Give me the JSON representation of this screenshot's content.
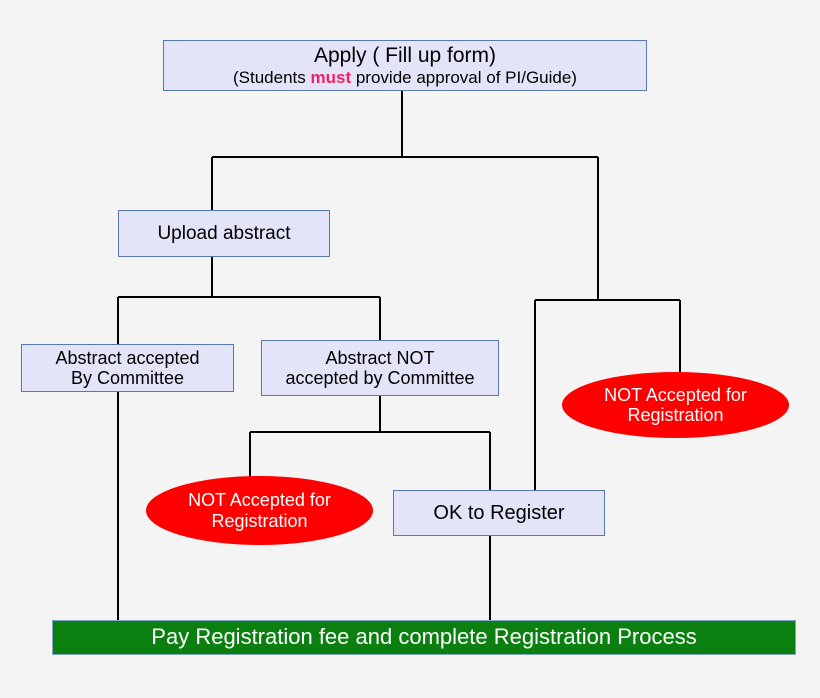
{
  "diagram": {
    "title_node": {
      "line1": "Apply ( Fill up form)",
      "line2_before": "(Students ",
      "line2_emphasis": "must",
      "line2_after": " provide approval of PI/Guide)"
    },
    "nodes": [
      {
        "id": "upload-abstract",
        "label": "Upload abstract",
        "shape": "box"
      },
      {
        "id": "abstract-accepted",
        "label_line1": "Abstract accepted",
        "label_line2": "By Committee",
        "shape": "box"
      },
      {
        "id": "abstract-not-accepted",
        "label_line1": "Abstract NOT",
        "label_line2": "accepted by Committee",
        "shape": "box"
      },
      {
        "id": "not-accepted-right",
        "label_line1": "NOT Accepted for",
        "label_line2": "Registration",
        "shape": "ellipse"
      },
      {
        "id": "not-accepted-left",
        "label_line1": "NOT Accepted for",
        "label_line2": "Registration",
        "shape": "ellipse"
      },
      {
        "id": "ok-to-register",
        "label": "OK to Register",
        "shape": "box"
      },
      {
        "id": "pay-registration",
        "label": "Pay Registration fee and complete Registration Process",
        "shape": "bar"
      }
    ],
    "colors": {
      "background": "#f4f4f4",
      "box_fill": "#e3e4f8",
      "box_border": "#5878b4",
      "ellipse_fill": "#ff0000",
      "ellipse_text": "#ffffff",
      "bar_fill": "#0b8010",
      "bar_text": "#ffffff",
      "emphasis_text": "#ee2266",
      "edge": "#000000"
    }
  }
}
